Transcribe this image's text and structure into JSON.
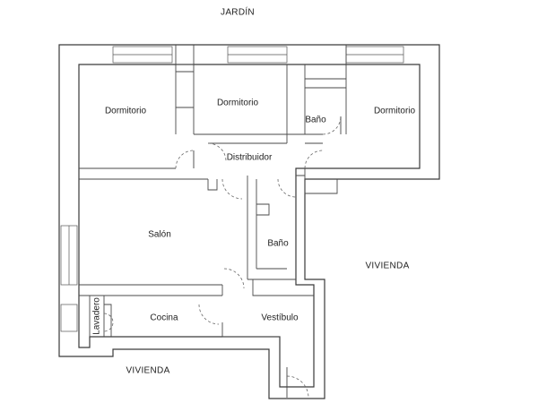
{
  "outside_labels": {
    "garden": "JARDÍN",
    "dwelling_right": "VIVIENDA",
    "dwelling_bottom": "VIVIENDA"
  },
  "rooms": {
    "bedroom_left": "Dormitorio",
    "bedroom_center": "Dormitorio",
    "bedroom_right": "Dormitorio",
    "bathroom_top": "Baño",
    "distributor": "Distribuidor",
    "living_room": "Salón",
    "bathroom_center": "Baño",
    "laundry": "Lavadero",
    "kitchen": "Cocina",
    "hall": "Vestíbulo"
  },
  "colors": {
    "wall": "#3a3a3a",
    "text": "#222222",
    "background": "#ffffff"
  }
}
